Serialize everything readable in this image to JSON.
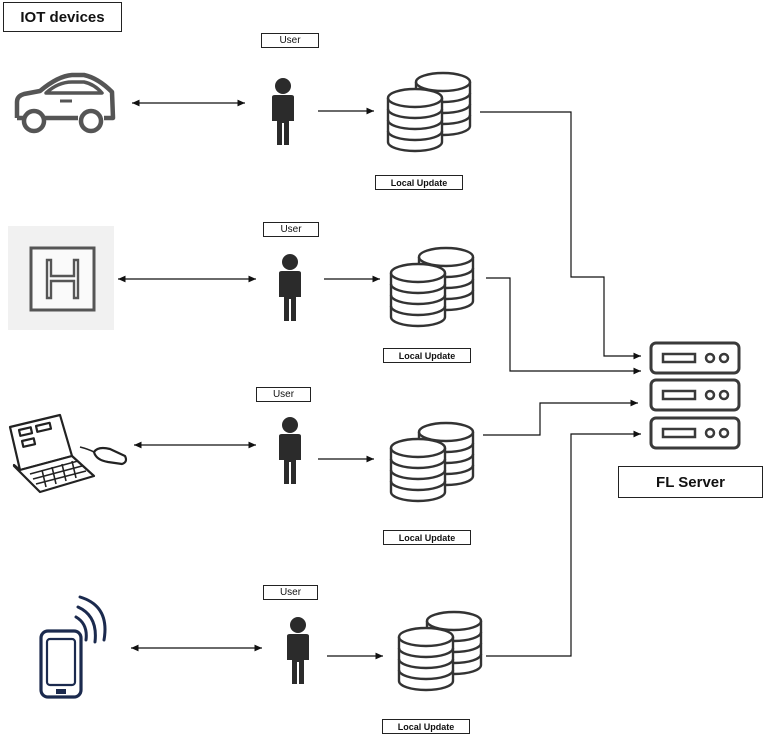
{
  "header": {
    "title": "IOT devices"
  },
  "server": {
    "label": "FL Server"
  },
  "rows": [
    {
      "device": "car",
      "user_label": "User",
      "update_label": "Local Update"
    },
    {
      "device": "hospital",
      "hospital_letter": "H",
      "user_label": "User",
      "update_label": "Local Update"
    },
    {
      "device": "laptop",
      "user_label": "User",
      "update_label": "Local Update"
    },
    {
      "device": "smartphone",
      "user_label": "User",
      "update_label": "Local Update"
    }
  ],
  "icons": {
    "device_icons": [
      "car-icon",
      "hospital-icon",
      "laptop-icon",
      "smartphone-icon"
    ],
    "user_icon": "person-icon",
    "database_icon": "database-stack-icon",
    "server_icon": "server-rack-icon"
  },
  "colors": {
    "line": "#111111",
    "icon_dark": "#2b2b2b",
    "icon_outline": "#3a3a3a",
    "phone_navy": "#1b2a4e",
    "hospital_bg": "#f1f1f1",
    "server_outline": "#3a3a3a"
  }
}
